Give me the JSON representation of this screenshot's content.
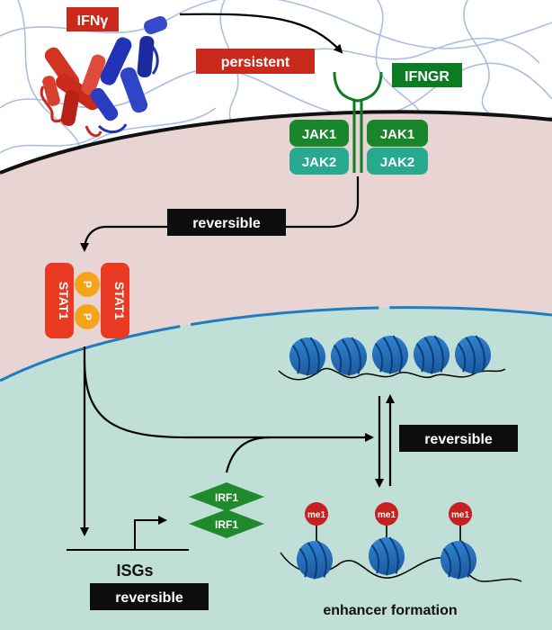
{
  "ligand": {
    "label": "IFNγ"
  },
  "receptor": {
    "label": "IFNGR"
  },
  "kinases": {
    "left": {
      "top": "JAK1",
      "bottom": "JAK2"
    },
    "right": {
      "top": "JAK1",
      "bottom": "JAK2"
    }
  },
  "stat_dimer": {
    "left_label": "STAT1",
    "right_label": "STAT1",
    "phospho_top": "P",
    "phospho_bottom": "P"
  },
  "irf": {
    "top": "IRF1",
    "bottom": "IRF1"
  },
  "methyl_marks": [
    "me1",
    "me1",
    "me1"
  ],
  "labels": {
    "persistent": "persistent",
    "reversible_membrane": "reversible",
    "reversible_chromatin": "reversible",
    "reversible_isgs": "reversible",
    "isgs": "ISGs",
    "enhancer_formation": "enhancer formation"
  },
  "colors": {
    "extracellular": "#ffffff",
    "fibers": "#a9bfe0",
    "cytoplasm": "#e8d4d2",
    "nucleus": "#bfdfd7",
    "nuclear_envelope": "#1e7cc0",
    "label_red": "#c92a1c",
    "receptor_green": "#0d7a24",
    "jak1": "#19862c",
    "jak2": "#27a98f",
    "stat_red": "#ea3a24",
    "phospho_orange": "#f6a31a",
    "irf_green": "#1f8a2c",
    "nucleosome_blue": "#2a6fc0",
    "me1_red": "#c8201e",
    "black_box": "#0d0d0d"
  }
}
